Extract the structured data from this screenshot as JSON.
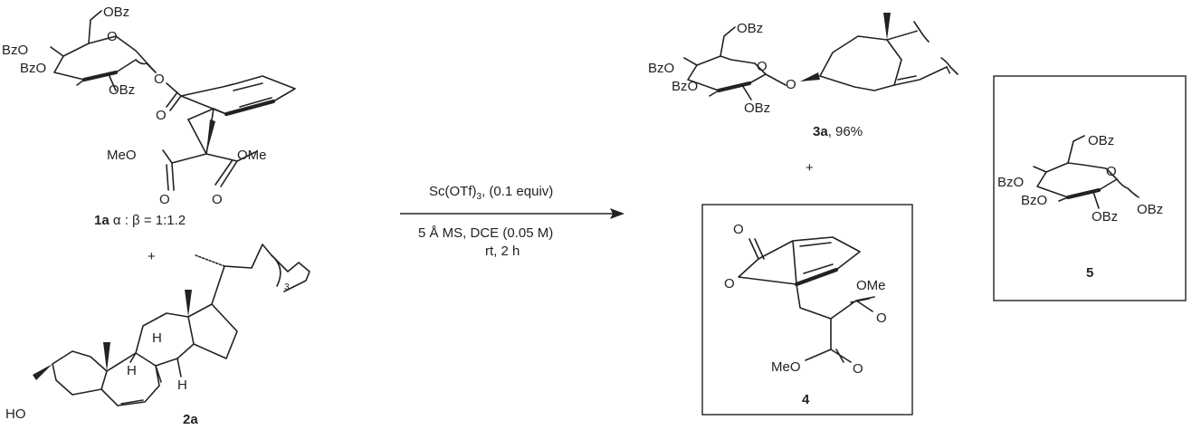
{
  "scheme": {
    "reagents": {
      "catalyst_main": "Sc(OTf)",
      "catalyst_sub": "3",
      "catalyst_tail": ", (0.1 equiv)",
      "additive": "5 Å MS, DCE (0.05 M)",
      "time": "rt, 2 h"
    },
    "plus": "+",
    "compound_1a": {
      "id": "1a",
      "ratio": " α : β = 1:1.2",
      "groups": {
        "obz": "OBz",
        "bzo": "BzO",
        "o": "O",
        "meo": "MeO",
        "ome": "OMe"
      }
    },
    "compound_2a": {
      "id": "2a",
      "groups": {
        "ho": "HO",
        "h": "H",
        "three": "3"
      }
    },
    "compound_3a": {
      "id": "3a",
      "yield": ", 96%",
      "groups": {
        "obz": "OBz",
        "bzo": "BzO",
        "o": "O"
      }
    },
    "compound_4": {
      "id": "4",
      "groups": {
        "o": "O",
        "ome": "OMe",
        "meo": "MeO"
      }
    },
    "compound_5": {
      "id": "5",
      "groups": {
        "obz": "OBz",
        "bzo": "BzO",
        "o": "O"
      }
    }
  }
}
